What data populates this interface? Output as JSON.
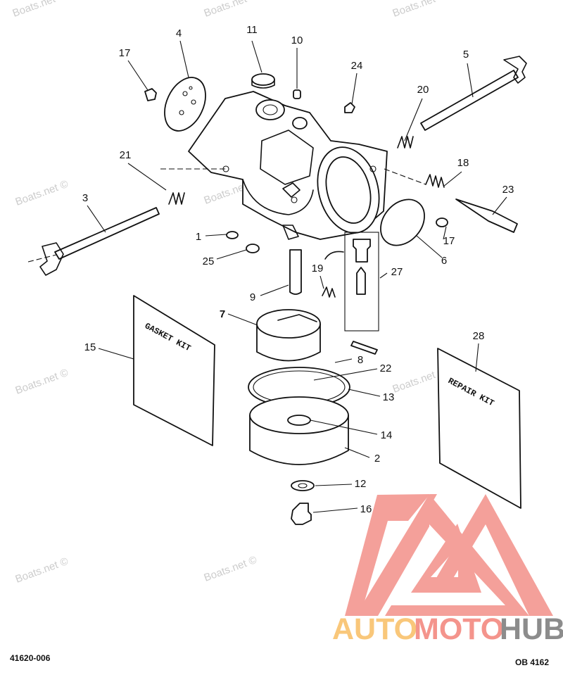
{
  "diagram": {
    "callouts": {
      "c1": "1",
      "c2": "2",
      "c3": "3",
      "c4": "4",
      "c5": "5",
      "c6": "6",
      "c7": "7",
      "c8": "8",
      "c9": "9",
      "c10": "10",
      "c11": "11",
      "c12": "12",
      "c13": "13",
      "c14": "14",
      "c15": "15",
      "c16": "16",
      "c17a": "17",
      "c17b": "17",
      "c18": "18",
      "c19": "19",
      "c20": "20",
      "c21": "21",
      "c22": "22",
      "c23": "23",
      "c24": "24",
      "c25": "25",
      "c27": "27",
      "c28": "28"
    },
    "gasket_kit_label": "GASKET KIT",
    "repair_kit_label": "REPAIR KIT",
    "drawing_number": "41620-006",
    "figure_code": "OB 4162"
  },
  "watermark": "Boats.net ©",
  "logo": {
    "part1": "AUTO",
    "part2": "MOTO",
    "part3": "HUB",
    "colors": {
      "auto": "#f9c77a",
      "moto": "#f4948c",
      "hub": "#8c8c8c",
      "triangle": "#f4a09a"
    }
  }
}
